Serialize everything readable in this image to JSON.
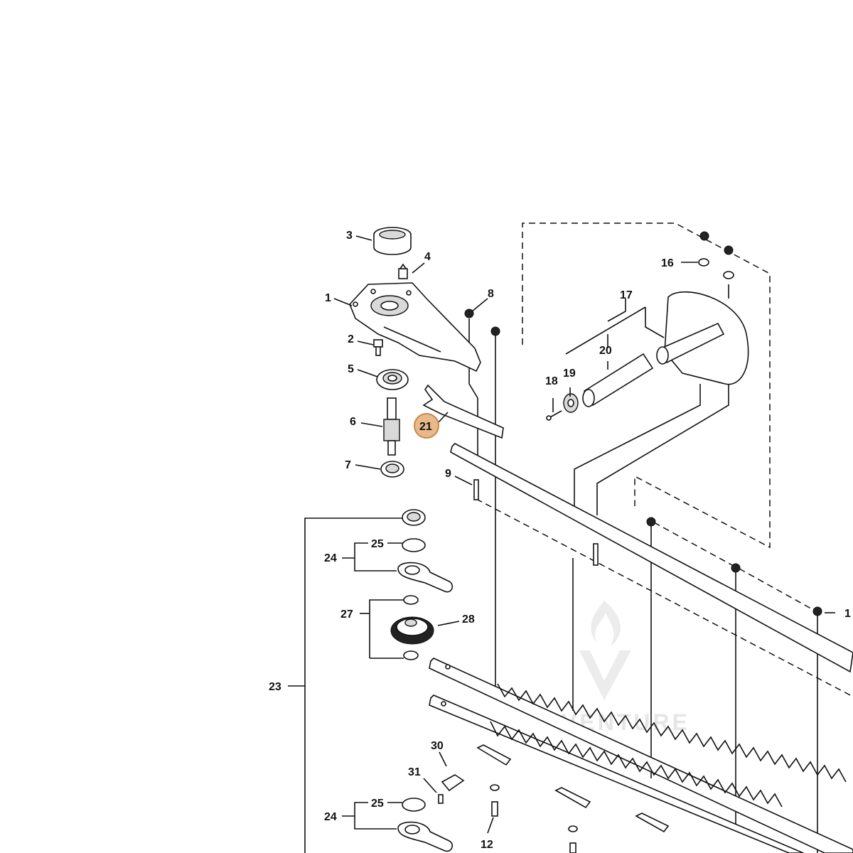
{
  "diagram": {
    "callouts": [
      {
        "id": "c1",
        "text": "1"
      },
      {
        "id": "c2",
        "text": "2"
      },
      {
        "id": "c3",
        "text": "3"
      },
      {
        "id": "c4",
        "text": "4"
      },
      {
        "id": "c5",
        "text": "5"
      },
      {
        "id": "c6",
        "text": "6"
      },
      {
        "id": "c7",
        "text": "7"
      },
      {
        "id": "c8",
        "text": "8"
      },
      {
        "id": "c9",
        "text": "9"
      },
      {
        "id": "c12",
        "text": "12"
      },
      {
        "id": "c16",
        "text": "16"
      },
      {
        "id": "c17",
        "text": "17"
      },
      {
        "id": "c18",
        "text": "18"
      },
      {
        "id": "c19",
        "text": "19"
      },
      {
        "id": "c20",
        "text": "20"
      },
      {
        "id": "c21",
        "text": "21"
      },
      {
        "id": "c23",
        "text": "23"
      },
      {
        "id": "c24a",
        "text": "24"
      },
      {
        "id": "c24b",
        "text": "24"
      },
      {
        "id": "c25a",
        "text": "25"
      },
      {
        "id": "c25b",
        "text": "25"
      },
      {
        "id": "c27",
        "text": "27"
      },
      {
        "id": "c28",
        "text": "28"
      },
      {
        "id": "c30",
        "text": "30"
      },
      {
        "id": "c31",
        "text": "31"
      },
      {
        "id": "c1r",
        "text": "1"
      }
    ],
    "highlight": {
      "callout": "21",
      "color": "#e9b98b",
      "stroke": "#c8864a"
    },
    "watermark": {
      "text": "VENTURE",
      "icon": "flame-v-logo",
      "color": "#e6e6e6"
    }
  }
}
